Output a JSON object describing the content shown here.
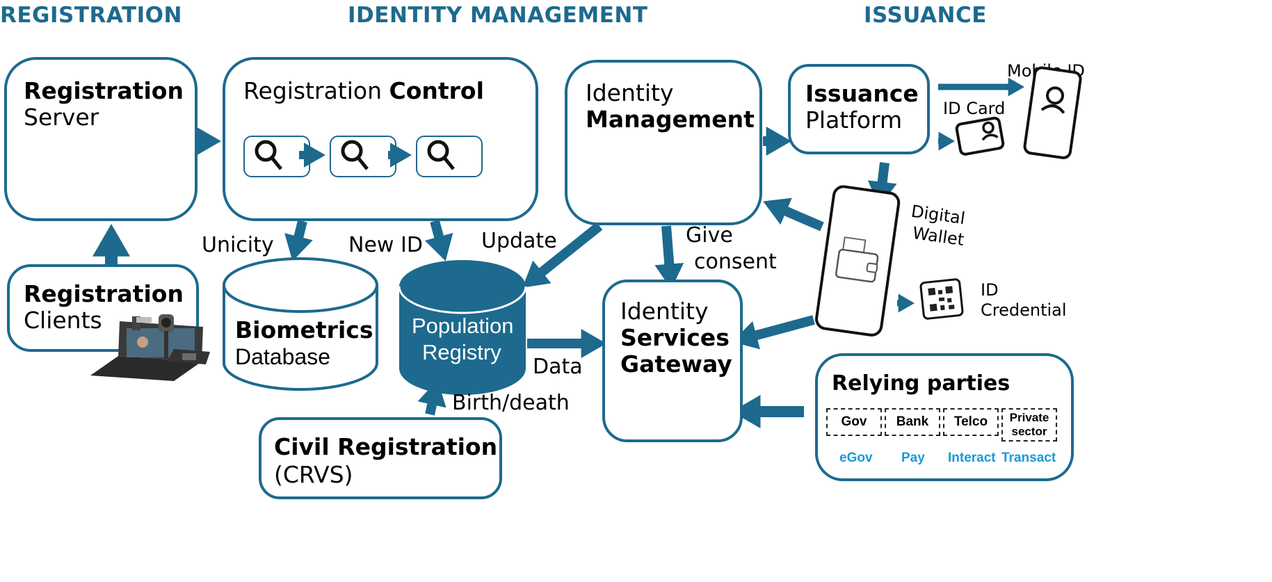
{
  "headers": {
    "registration": "REGISTRATION",
    "identity_management": "IDENTITY MANAGEMENT",
    "issuance": "ISSUANCE"
  },
  "registration_server": {
    "bold": "Registration",
    "regular": "Server"
  },
  "registration_control": {
    "regular": "Registration ",
    "bold": "Control"
  },
  "registration_clients": {
    "bold": "Registration",
    "regular": "Clients"
  },
  "identity_management": {
    "regular": "Identity",
    "bold": "Management"
  },
  "issuance_platform": {
    "bold": "Issuance",
    "regular": "Platform"
  },
  "biometrics_db": {
    "bold": "Biometrics",
    "regular": "Database"
  },
  "population_registry": {
    "line1": "Population",
    "line2": "Registry"
  },
  "gateway": {
    "line1": "Identity",
    "line2": "Services",
    "line3": "Gateway"
  },
  "civil_registration": {
    "bold": "Civil Registration",
    "regular": "(CRVS)"
  },
  "relying_parties": {
    "title": "Relying parties",
    "parties": [
      "Gov",
      "Bank",
      "Telco",
      "Private sector"
    ],
    "verbs": [
      "eGov",
      "Pay",
      "Interact",
      "Transact"
    ]
  },
  "edges": {
    "unicity": "Unicity",
    "new_id": "New ID",
    "update": "Update",
    "give_consent_1": "Give",
    "give_consent_2": "consent",
    "data": "Data",
    "birth_death": "Birth/death"
  },
  "outputs": {
    "mobile_id": "Mobile ID",
    "id_card": "ID Card",
    "digital_wallet_1": "Digital",
    "digital_wallet_2": "Wallet",
    "id_credential_1": "ID",
    "id_credential_2": "Credential"
  },
  "colors": {
    "primary": "#1d6a8e",
    "accent": "#1a9ad6"
  },
  "icons": [
    "magnifier-icon",
    "user-icon",
    "qr-code-icon",
    "wallet-icon",
    "kit-image"
  ]
}
